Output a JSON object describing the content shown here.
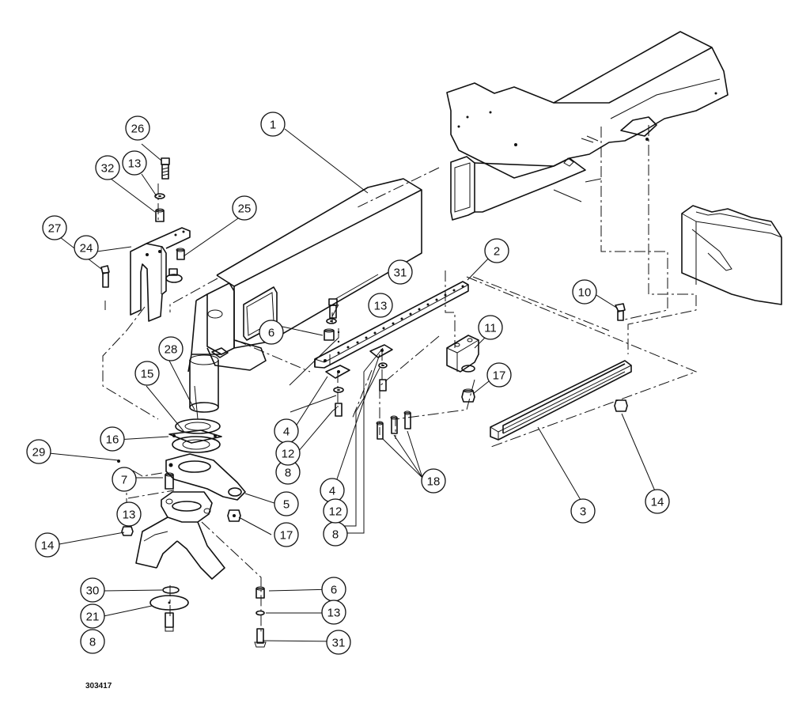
{
  "drawing_number": "303417",
  "callouts": [
    {
      "id": "c1",
      "label": "1"
    },
    {
      "id": "c2",
      "label": "2"
    },
    {
      "id": "c3",
      "label": "3"
    },
    {
      "id": "c4a",
      "label": "4"
    },
    {
      "id": "c4b",
      "label": "4"
    },
    {
      "id": "c5",
      "label": "5"
    },
    {
      "id": "c6a",
      "label": "6"
    },
    {
      "id": "c6b",
      "label": "6"
    },
    {
      "id": "c7",
      "label": "7"
    },
    {
      "id": "c8a",
      "label": "8"
    },
    {
      "id": "c8b",
      "label": "8"
    },
    {
      "id": "c8c",
      "label": "8"
    },
    {
      "id": "c10",
      "label": "10"
    },
    {
      "id": "c11",
      "label": "11"
    },
    {
      "id": "c12a",
      "label": "12"
    },
    {
      "id": "c12b",
      "label": "12"
    },
    {
      "id": "c13a",
      "label": "13"
    },
    {
      "id": "c13b",
      "label": "13"
    },
    {
      "id": "c13c",
      "label": "13"
    },
    {
      "id": "c13d",
      "label": "13"
    },
    {
      "id": "c14a",
      "label": "14"
    },
    {
      "id": "c14b",
      "label": "14"
    },
    {
      "id": "c15",
      "label": "15"
    },
    {
      "id": "c16",
      "label": "16"
    },
    {
      "id": "c17a",
      "label": "17"
    },
    {
      "id": "c17b",
      "label": "17"
    },
    {
      "id": "c18",
      "label": "18"
    },
    {
      "id": "c21",
      "label": "21"
    },
    {
      "id": "c24",
      "label": "24"
    },
    {
      "id": "c25",
      "label": "25"
    },
    {
      "id": "c26",
      "label": "26"
    },
    {
      "id": "c27",
      "label": "27"
    },
    {
      "id": "c28",
      "label": "28"
    },
    {
      "id": "c29",
      "label": "29"
    },
    {
      "id": "c30",
      "label": "30"
    },
    {
      "id": "c31a",
      "label": "31"
    },
    {
      "id": "c31b",
      "label": "31"
    },
    {
      "id": "c32",
      "label": "32"
    }
  ]
}
